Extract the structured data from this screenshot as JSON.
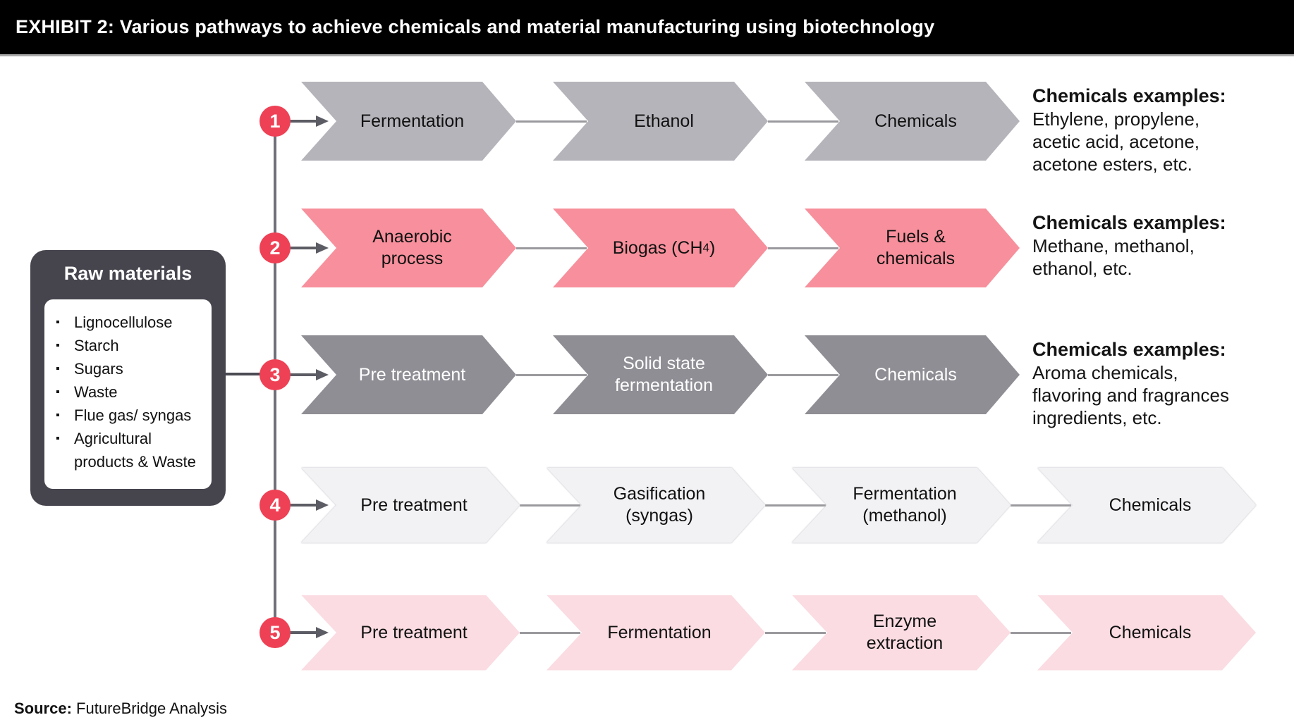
{
  "header": {
    "title": "EXHIBIT 2: Various pathways to achieve chemicals and material manufacturing using biotechnology"
  },
  "raw_materials": {
    "title": "Raw materials",
    "items": [
      "Lignocellulose",
      "Starch",
      "Sugars",
      "Waste",
      "Flue gas/ syngas",
      "Agricultural products & Waste"
    ]
  },
  "pathways": [
    {
      "number": "1",
      "theme": "gray",
      "steps": [
        "Fermentation",
        "Ethanol",
        "Chemicals"
      ],
      "examples": {
        "heading": "Chemicals examples:",
        "lines": [
          "Ethylene, propylene,",
          "acetic acid, acetone,",
          "acetone esters, etc."
        ]
      }
    },
    {
      "number": "2",
      "theme": "pink",
      "steps": [
        "Anaerobic process",
        "Biogas (CH₄)",
        "Fuels & chemicals"
      ],
      "examples": {
        "heading": "Chemicals examples:",
        "lines": [
          "Methane, methanol,",
          "ethanol, etc."
        ]
      }
    },
    {
      "number": "3",
      "theme": "darkgray",
      "steps": [
        "Pre treatment",
        "Solid state fermentation",
        "Chemicals"
      ],
      "examples": {
        "heading": "Chemicals examples:",
        "lines": [
          "Aroma chemicals,",
          "flavoring and fragrances",
          "ingredients, etc."
        ]
      }
    },
    {
      "number": "4",
      "theme": "lightgray",
      "steps": [
        "Pre treatment",
        "Gasification (syngas)",
        "Fermentation (methanol)",
        "Chemicals"
      ]
    },
    {
      "number": "5",
      "theme": "lightpink",
      "steps": [
        "Pre treatment",
        "Fermentation",
        "Enzyme extraction",
        "Chemicals"
      ]
    }
  ],
  "colors": {
    "badge_red": "#ee4155",
    "dark_connector": "#5c5c65",
    "light_connector": "#9a9a9e",
    "box_dark": "#46454e",
    "themes": {
      "gray": {
        "fill": "#b5b4ba",
        "text": "#111111"
      },
      "pink": {
        "fill": "#f7909c",
        "text": "#111111"
      },
      "darkgray": {
        "fill": "#8f8e94",
        "text": "#ffffff"
      },
      "lightgray": {
        "fill": "#f2f2f4",
        "text": "#111111",
        "outline": "#d5d5db"
      },
      "lightpink": {
        "fill": "#fadce2",
        "text": "#111111"
      }
    }
  },
  "source": {
    "label": "Source:",
    "text": "FutureBridge Analysis"
  }
}
